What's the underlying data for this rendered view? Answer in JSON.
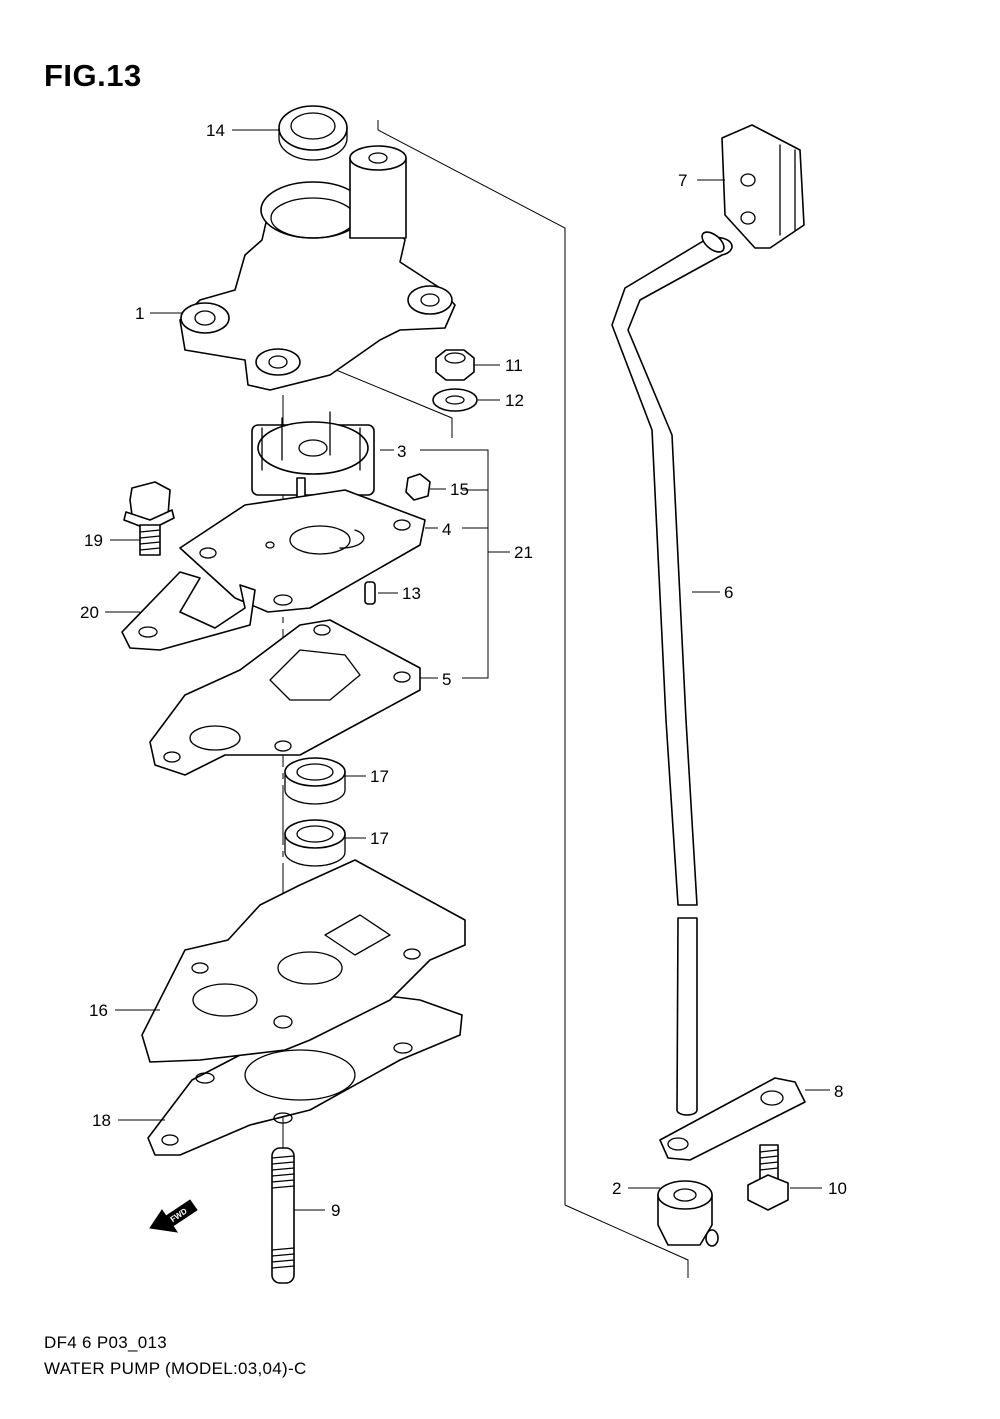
{
  "figure": {
    "title": "FIG.13",
    "code": "DF4 6 P03_013",
    "description": "WATER PUMP (MODEL:03,04)-C"
  },
  "fwd_label": "FWD",
  "callouts": [
    "1",
    "2",
    "3",
    "4",
    "5",
    "6",
    "7",
    "8",
    "9",
    "10",
    "11",
    "12",
    "13",
    "14",
    "15",
    "16",
    "17",
    "17",
    "18",
    "19",
    "20",
    "21"
  ]
}
